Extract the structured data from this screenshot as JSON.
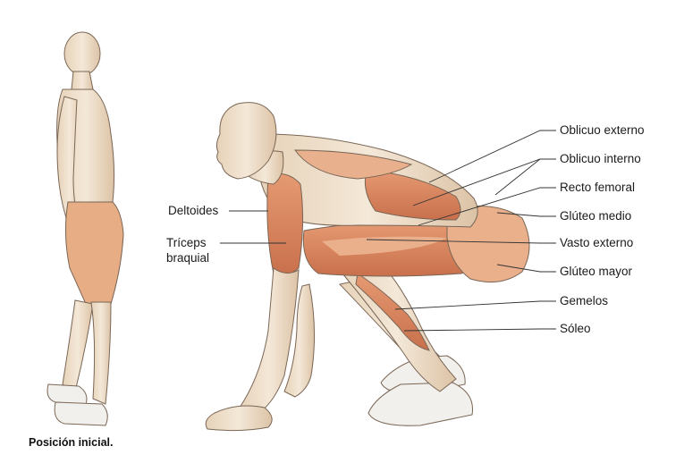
{
  "figure": {
    "caption": "Posición inicial.",
    "labels_right": [
      "Oblicuo externo",
      "Oblicuo interno",
      "Recto femoral",
      "Glúteo medio",
      "Vasto externo",
      "Glúteo mayor",
      "Gemelos",
      "Sóleo"
    ],
    "labels_left": [
      {
        "line1": "Deltoides",
        "line2": ""
      },
      {
        "line1": "Tríceps",
        "line2": "braquial"
      }
    ]
  },
  "colors": {
    "skin": "#efe0cc",
    "skin_shadow": "#d8bfa2",
    "muscle": "#d9845e",
    "muscle_light": "#eab08c",
    "outline": "#7a6656",
    "leader": "#333333"
  }
}
